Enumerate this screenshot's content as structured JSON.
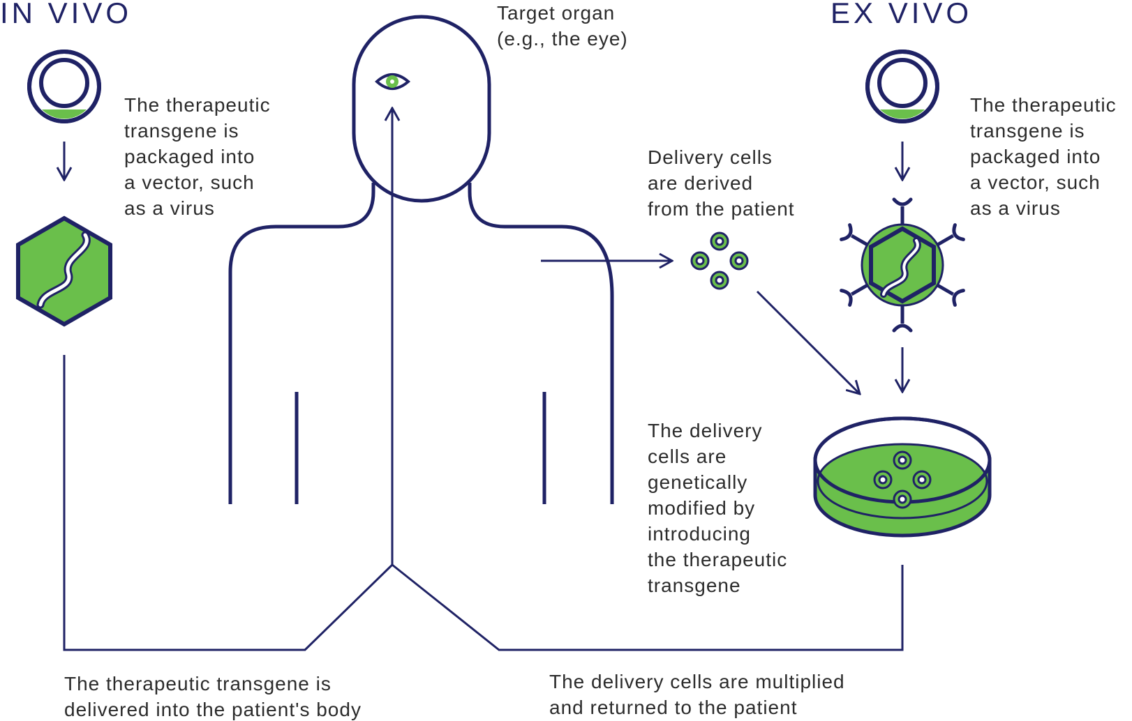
{
  "colors": {
    "navy": "#1f2265",
    "green": "#6abf4b",
    "text": "#2b2b2b",
    "background": "#ffffff"
  },
  "headings": {
    "in_vivo": "IN VIVO",
    "ex_vivo": "EX VIVO"
  },
  "target_organ": {
    "lines": [
      "Target organ",
      "(e.g., the eye)"
    ]
  },
  "in_vivo": {
    "package_step": [
      "The therapeutic",
      "transgene is",
      "packaged into",
      "a vector, such",
      "as a virus"
    ],
    "deliver_step": [
      "The therapeutic transgene is",
      "delivered into the patient's body"
    ]
  },
  "ex_vivo": {
    "package_step": [
      "The therapeutic",
      "transgene is",
      "packaged into",
      "a vector, such",
      "as a virus"
    ],
    "derive_step": [
      "Delivery cells",
      "are derived",
      "from the patient"
    ],
    "modify_step": [
      "The delivery",
      "cells are",
      "genetically",
      "modified by",
      "introducing",
      "the therapeutic",
      "transgene"
    ],
    "return_step": [
      "The delivery cells are multiplied",
      "and returned to the patient"
    ]
  },
  "icons": [
    "vector-ring-icon",
    "virus-hexagon-icon",
    "virus-with-receptors-icon",
    "delivery-cells-icon",
    "petri-dish-icon",
    "eye-icon",
    "human-silhouette-icon"
  ]
}
